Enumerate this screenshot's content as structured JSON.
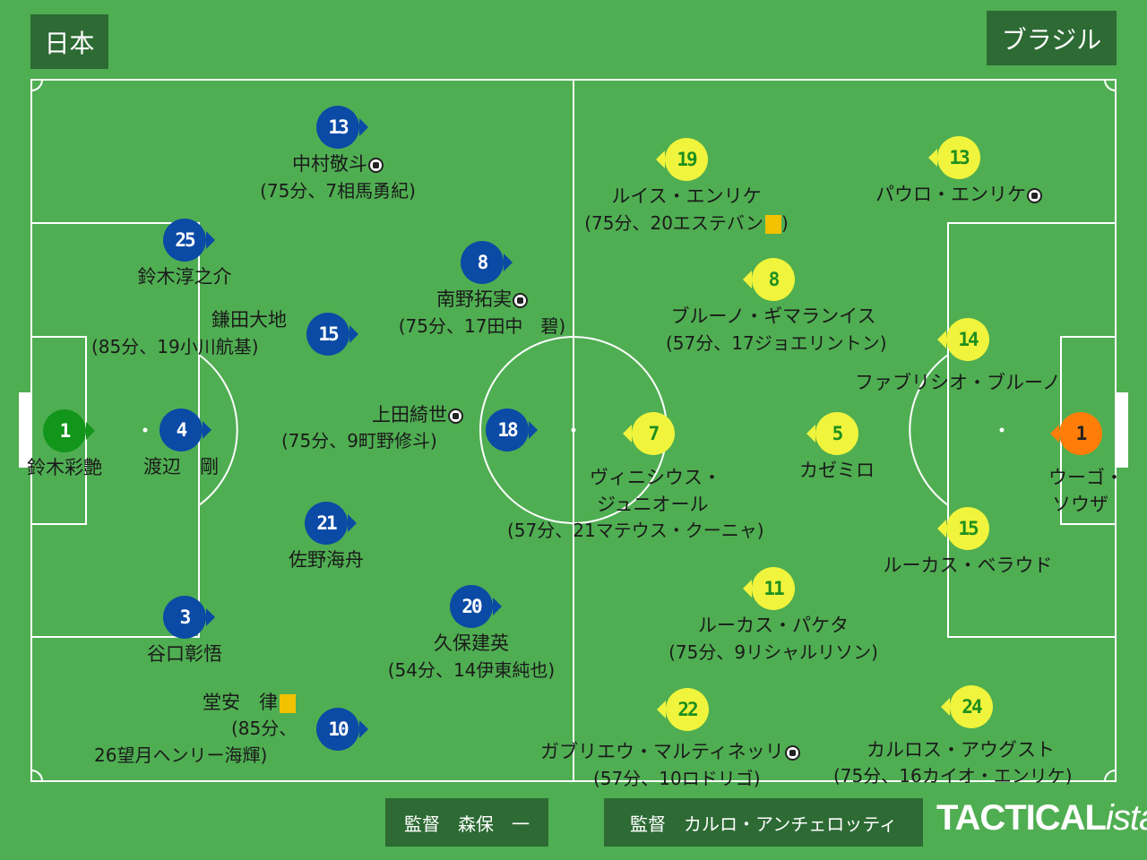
{
  "teams": {
    "home": "日本",
    "away": "ブラジル"
  },
  "managers": {
    "home": "監督　森保　一",
    "away": "監督　カルロ・アンチェロッティ"
  },
  "brand": {
    "main": "TACTICAL",
    "suffix": "ista"
  },
  "colors": {
    "pitch": "#4fae52",
    "lines": "#ffffff",
    "label_bg": "#2d6a34",
    "japan": "#0b4aa5",
    "brazil": "#f1f43c",
    "japan_gk": "#11951b",
    "brazil_gk": "#ff7d08",
    "yellow_card": "#f2c200"
  },
  "icons": {
    "goal": "soccer-ball-icon",
    "booking": "yellow-card-icon"
  },
  "players": {
    "jp_gk": {
      "num": "1",
      "name": "鈴木彩艶"
    },
    "jp_4": {
      "num": "4",
      "name": "渡辺　剛"
    },
    "jp_25": {
      "num": "25",
      "name": "鈴木淳之介"
    },
    "jp_3": {
      "num": "3",
      "name": "谷口彰悟"
    },
    "jp_13": {
      "num": "13",
      "name": "中村敬斗",
      "sub": "(75分、7相馬勇紀)"
    },
    "jp_15": {
      "num": "15",
      "name": "鎌田大地",
      "sub": "(85分、19小川航基)"
    },
    "jp_21": {
      "num": "21",
      "name": "佐野海舟"
    },
    "jp_10": {
      "num": "10",
      "name": "堂安　律",
      "sub1": "(85分、",
      "sub2": "26望月ヘンリー海輝)"
    },
    "jp_8": {
      "num": "8",
      "name": "南野拓実",
      "sub": "(75分、17田中　碧)"
    },
    "jp_18": {
      "num": "18",
      "name": "上田綺世",
      "sub": "(75分、9町野修斗)"
    },
    "jp_20": {
      "num": "20",
      "name": "久保建英",
      "sub": "(54分、14伊東純也)"
    },
    "br_19": {
      "num": "19",
      "name": "ルイス・エンリケ",
      "sub": "(75分、20エステバン",
      "sub_end": ")"
    },
    "br_13": {
      "num": "13",
      "name": "パウロ・エンリケ"
    },
    "br_8": {
      "num": "8",
      "name": "ブルーノ・ギマランイス",
      "sub": "(57分、17ジョエリントン)"
    },
    "br_7": {
      "num": "7",
      "name1": "ヴィニシウス・",
      "name2": "ジュニオール",
      "sub": "(57分、21マテウス・クーニャ)"
    },
    "br_5": {
      "num": "5",
      "name": "カゼミロ"
    },
    "br_11": {
      "num": "11",
      "name": "ルーカス・パケタ",
      "sub": "(75分、9リシャルリソン)"
    },
    "br_22": {
      "num": "22",
      "name": "ガブリエウ・マルティネッリ",
      "sub": "(57分、10ロドリゴ)"
    },
    "br_14": {
      "num": "14",
      "name": "ファブリシオ・ブルーノ"
    },
    "br_15": {
      "num": "15",
      "name": "ルーカス・ベラウド"
    },
    "br_24": {
      "num": "24",
      "name": "カルロス・アウグスト",
      "sub": "(75分、16カイオ・エンリケ)"
    },
    "br_gk": {
      "num": "1",
      "name1": "ウーゴ・",
      "name2": "ソウザ"
    }
  }
}
